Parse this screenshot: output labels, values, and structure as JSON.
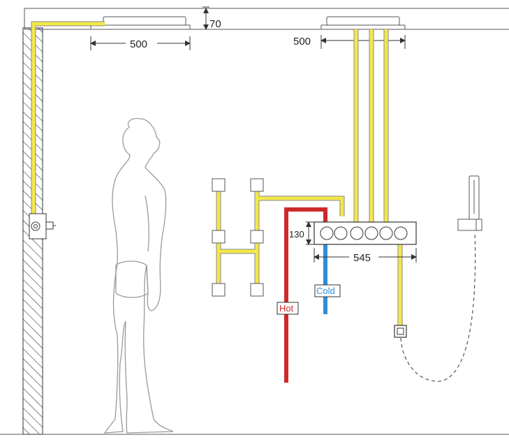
{
  "dimensions": {
    "ceiling_drop": "70",
    "rain_shower_left_width": "500",
    "rain_shower_right_width": "500",
    "valve_height": "130",
    "valve_width": "545"
  },
  "labels": {
    "hot": "Hot",
    "cold": "Cold"
  },
  "colors": {
    "pipe_yellow": "#f3e84a",
    "pipe_outline": "#8a8a8a",
    "hot": "#cc2a2a",
    "cold": "#2f8ed8",
    "line": "#555555"
  },
  "icons": [
    "ceiling-rain-shower-icon",
    "body-jet-icon",
    "thermostatic-valve-icon",
    "hand-shower-icon",
    "wall-outlet-icon",
    "human-figure-icon"
  ]
}
